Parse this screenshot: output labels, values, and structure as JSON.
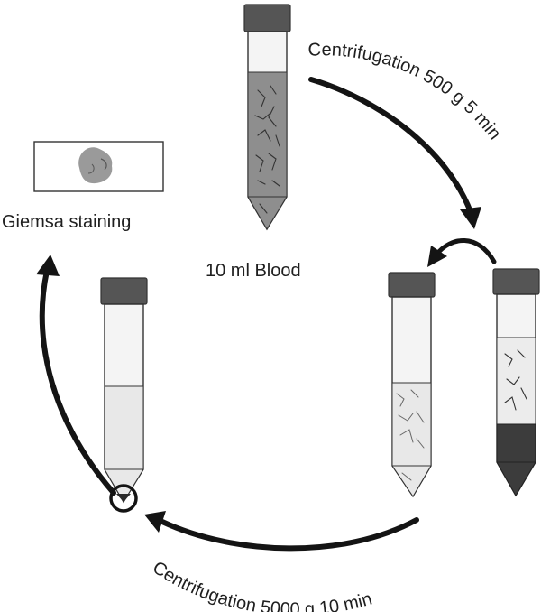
{
  "labels": {
    "top_arrow": "Centrifugation 500 g 5 min",
    "bottom_arrow": "Centrifugation 5000 g 10 min",
    "blood": "10 ml Blood",
    "stain": "Giemsa staining"
  },
  "colors": {
    "blood_fill": "#8e8e8e",
    "plasma_fill": "#e8e8e8",
    "pellet_fill": "#3c3c3c",
    "cap_fill": "#555555",
    "slide_smear": "#9a9a9a"
  }
}
